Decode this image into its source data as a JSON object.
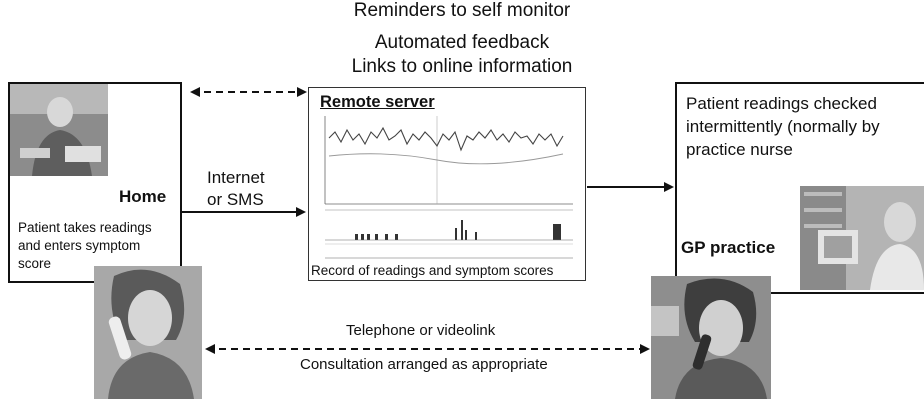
{
  "top_notes": [
    "Reminders to self monitor",
    "Automated feedback",
    "Links to online information"
  ],
  "home": {
    "title": "Home",
    "desc": [
      "Patient takes readings",
      "and enters symptom",
      "score"
    ]
  },
  "internet": [
    "Internet",
    "or SMS"
  ],
  "server": {
    "title": "Remote server",
    "caption": "Record of readings and symptom scores"
  },
  "gp": {
    "title": "GP practice",
    "checked": [
      "Patient readings checked",
      "intermittently (normally by",
      "practice nurse"
    ]
  },
  "bottom": {
    "line1": "Telephone or videolink",
    "line2": "Consultation arranged as appropriate"
  }
}
